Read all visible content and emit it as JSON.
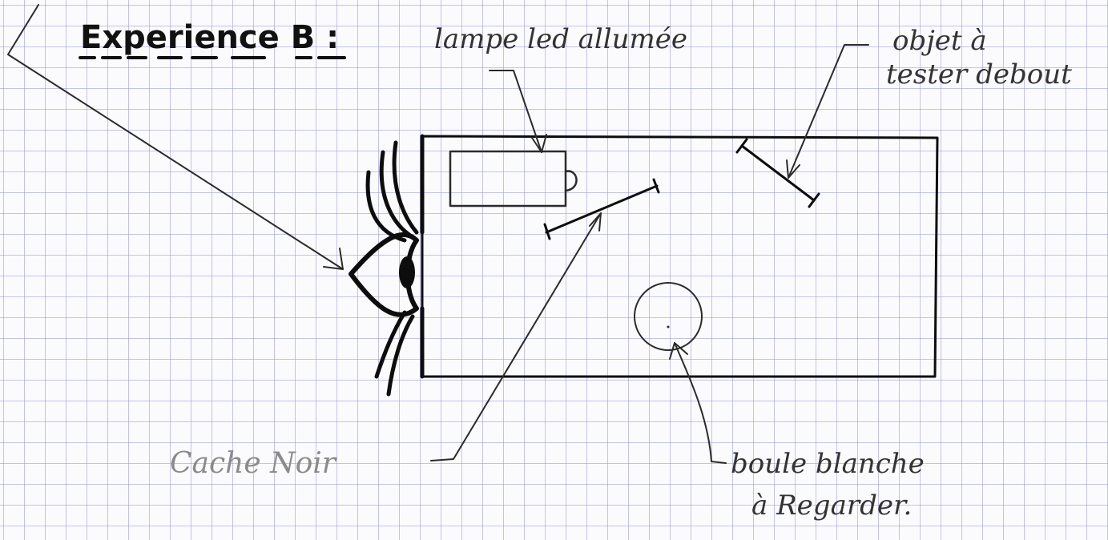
{
  "title": "Experience B :",
  "labels": {
    "lamp": "lampe led allumée",
    "object_line1": "objet à",
    "object_line2": "tester debout",
    "cache": "Cache Noir",
    "ball_line1": "boule blanche",
    "ball_line2": "à Regarder."
  },
  "colors": {
    "ink": "#2b2b2b",
    "grid": "#9696d7",
    "paper": "#fbfbfd"
  }
}
